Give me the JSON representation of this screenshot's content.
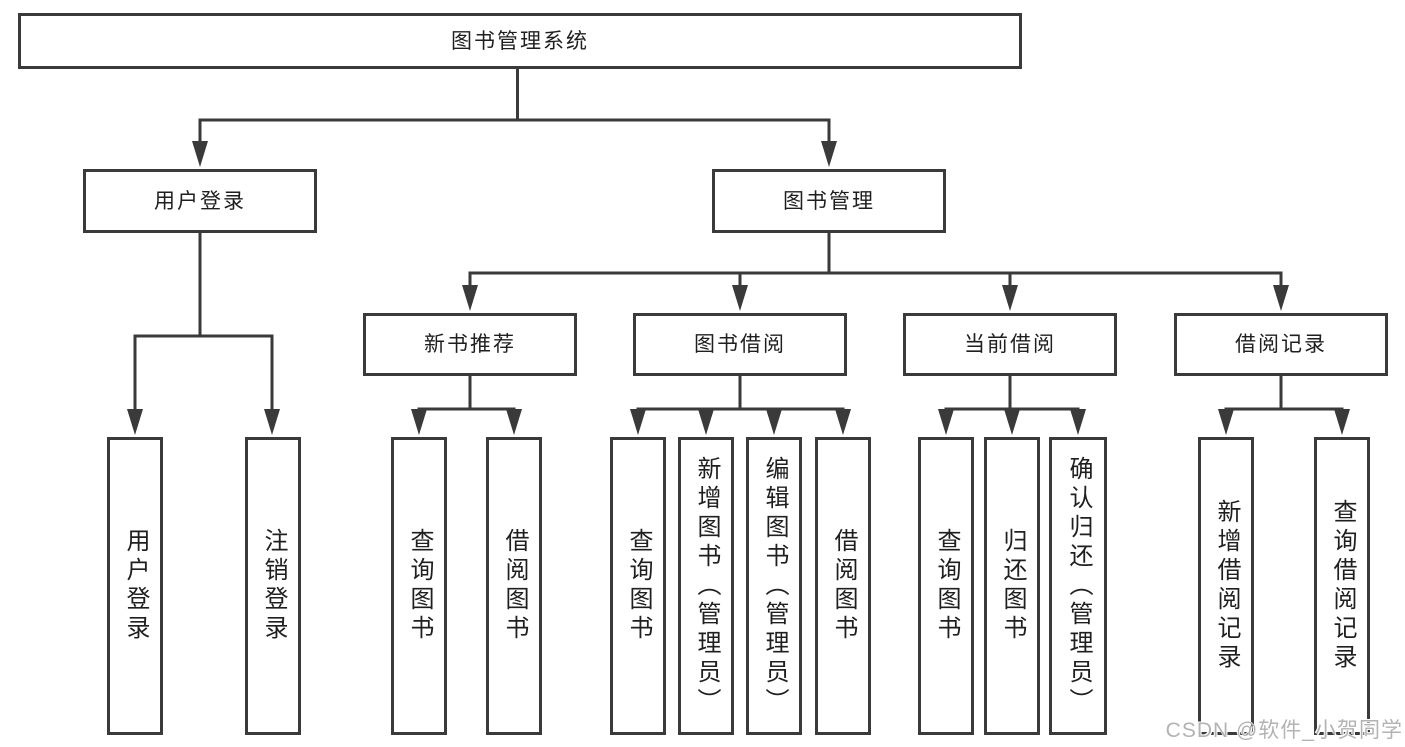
{
  "diagram": {
    "root": {
      "label": "图书管理系统",
      "children": [
        {
          "label": "用户登录",
          "children": [
            {
              "label": "用户登录"
            },
            {
              "label": "注销登录"
            }
          ]
        },
        {
          "label": "图书管理",
          "children": [
            {
              "label": "新书推荐",
              "children": [
                {
                  "label": "查询图书"
                },
                {
                  "label": "借阅图书"
                }
              ]
            },
            {
              "label": "图书借阅",
              "children": [
                {
                  "label": "查询图书"
                },
                {
                  "label": "新增图书（管理员）"
                },
                {
                  "label": "编辑图书（管理员）"
                },
                {
                  "label": "借阅图书"
                }
              ]
            },
            {
              "label": "当前借阅",
              "children": [
                {
                  "label": "查询图书"
                },
                {
                  "label": "归还图书"
                },
                {
                  "label": "确认归还（管理员）"
                }
              ]
            },
            {
              "label": "借阅记录",
              "children": [
                {
                  "label": "新增借阅记录"
                },
                {
                  "label": "查询借阅记录"
                }
              ]
            }
          ]
        }
      ]
    }
  },
  "watermark": {
    "text": "CSDN @软件_小贺同学"
  },
  "colors": {
    "line": "#3a3a3a",
    "text": "#1f1f1f",
    "background": "#ffffff",
    "watermark": "#b3b3b3"
  }
}
